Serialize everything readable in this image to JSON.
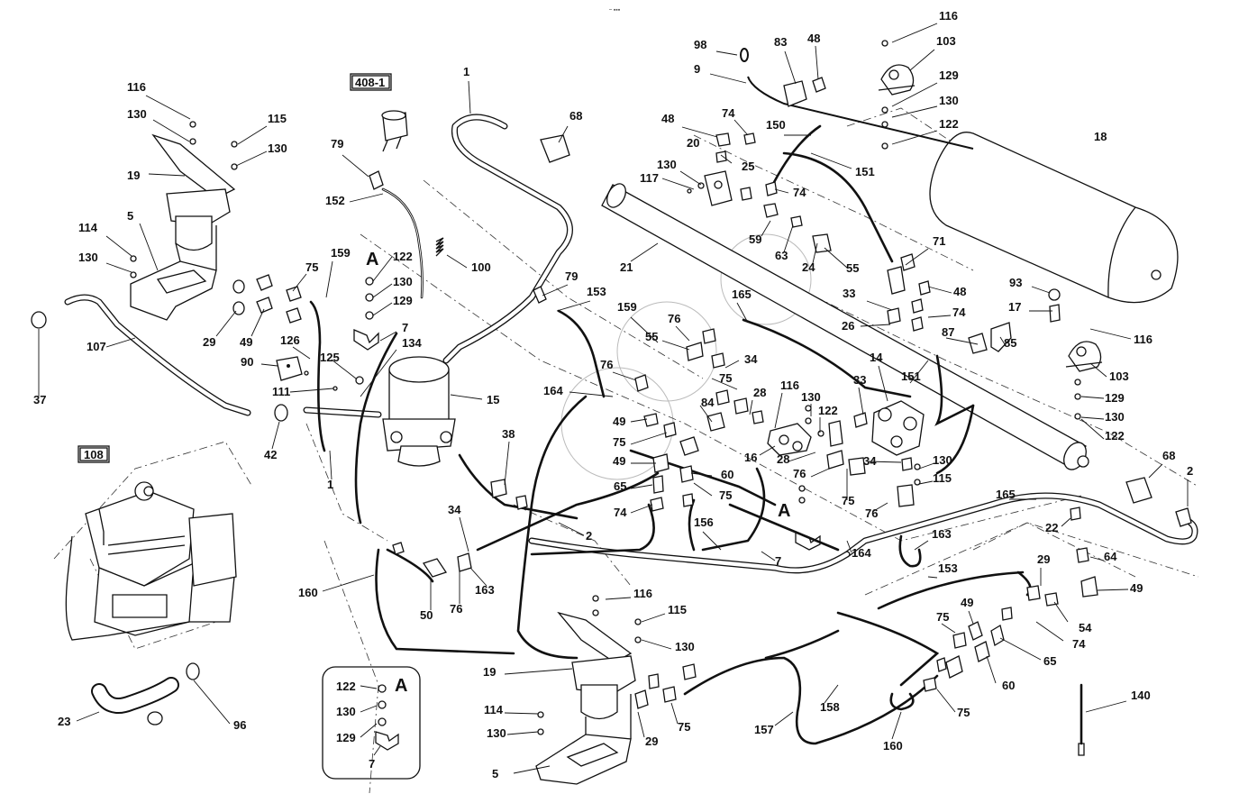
{
  "diagram": {
    "top_mark": "᠆ ▪▪▪",
    "ref_boxes": [
      "408-1",
      "108"
    ],
    "section_marker": "A",
    "detail_inset": {
      "title": "A",
      "labels": [
        "122",
        "130",
        "129",
        "7"
      ]
    },
    "callouts": [
      "116",
      "130",
      "115",
      "130",
      "19",
      "5",
      "114",
      "130",
      "37",
      "107",
      "29",
      "49",
      "75",
      "159",
      "A",
      "122",
      "130",
      "129",
      "7",
      "134",
      "126",
      "125",
      "90",
      "111",
      "42",
      "1",
      "408-1",
      "79",
      "152",
      "100",
      "1",
      "68",
      "79",
      "153",
      "15",
      "38",
      "34",
      "50",
      "76",
      "163",
      "160",
      "2",
      "98",
      "9",
      "83",
      "48",
      "116",
      "103",
      "129",
      "130",
      "122",
      "18",
      "48",
      "74",
      "150",
      "151",
      "20",
      "25",
      "130",
      "117",
      "74",
      "21",
      "59",
      "63",
      "24",
      "55",
      "71",
      "93",
      "17",
      "116",
      "103",
      "33",
      "48",
      "74",
      "26",
      "87",
      "85",
      "14",
      "151",
      "33",
      "129",
      "130",
      "122",
      "159",
      "76",
      "55",
      "165",
      "34",
      "75",
      "164",
      "76",
      "116",
      "130",
      "122",
      "28",
      "84",
      "49",
      "75",
      "49",
      "65",
      "60",
      "75",
      "74",
      "156",
      "16",
      "28",
      "76",
      "75",
      "34",
      "130",
      "115",
      "76",
      "68",
      "2",
      "165",
      "22",
      "64",
      "163",
      "164",
      "7",
      "153",
      "29",
      "49",
      "54",
      "74",
      "49",
      "65",
      "75",
      "60",
      "75",
      "158",
      "157",
      "160",
      "140",
      "116",
      "115",
      "130",
      "19",
      "114",
      "130",
      "5",
      "29",
      "75",
      "23",
      "96",
      "A"
    ]
  }
}
